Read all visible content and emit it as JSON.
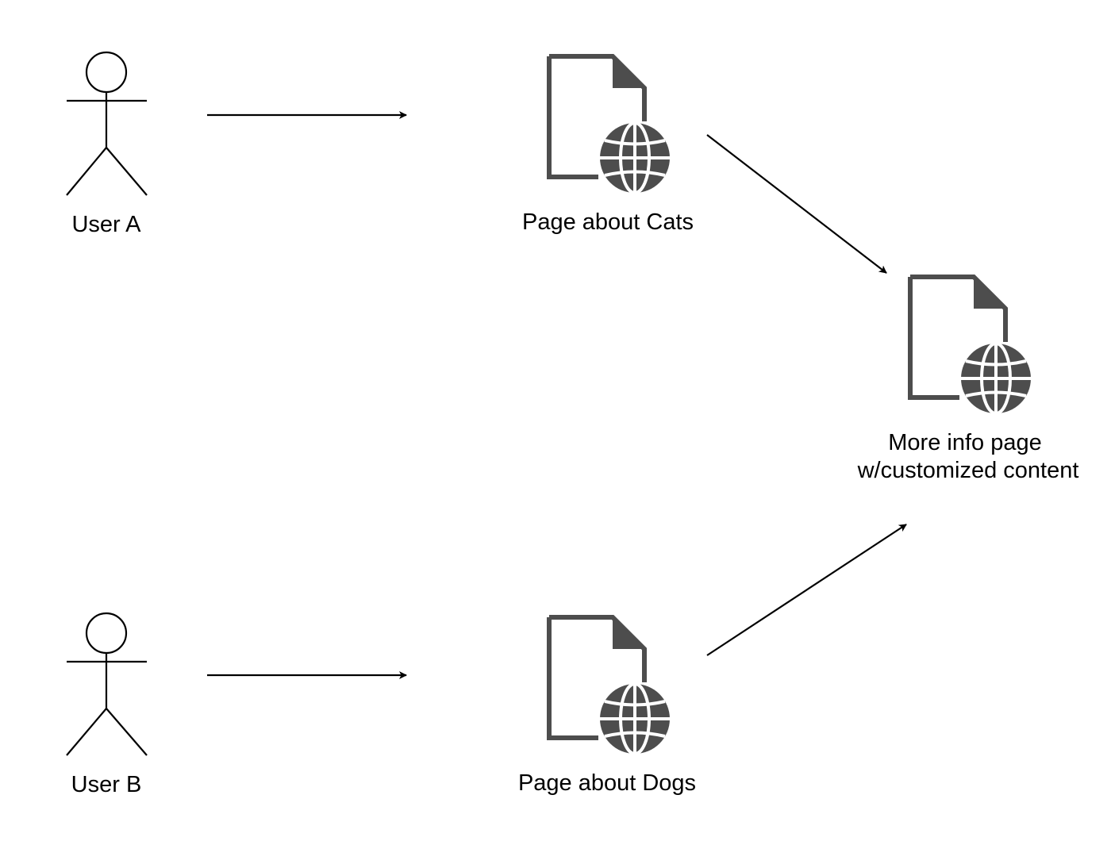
{
  "diagram": {
    "actors": [
      {
        "id": "user-a",
        "label": "User A"
      },
      {
        "id": "user-b",
        "label": "User B"
      }
    ],
    "pages": [
      {
        "id": "cats",
        "label": "Page about Cats"
      },
      {
        "id": "dogs",
        "label": "Page about Dogs"
      },
      {
        "id": "more-info",
        "label_line1": "More info page",
        "label_line2": "w/customized content"
      }
    ],
    "edges": [
      {
        "from": "User A",
        "to": "Page about Cats"
      },
      {
        "from": "User B",
        "to": "Page about Dogs"
      },
      {
        "from": "Page about Cats",
        "to": "More info page"
      },
      {
        "from": "Page about Dogs",
        "to": "More info page"
      }
    ],
    "colors": {
      "stroke": "#000000",
      "icon": "#4d4d4d",
      "background": "#ffffff"
    },
    "icon_names": {
      "actor": "stick-figure-icon",
      "page": "web-page-globe-icon"
    }
  }
}
